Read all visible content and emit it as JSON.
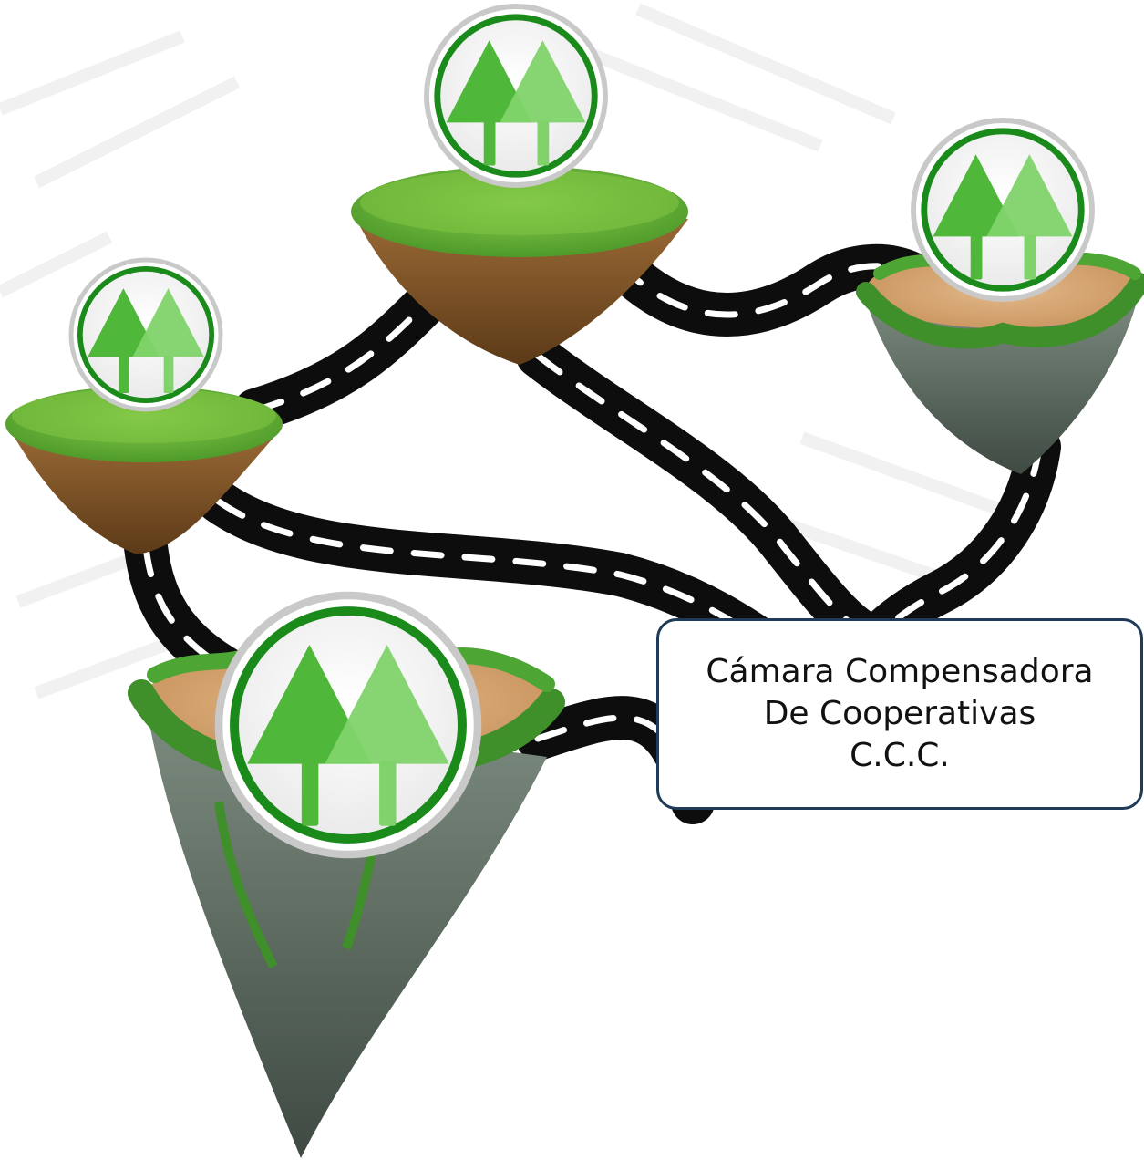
{
  "label": {
    "line1": "Cámara Compensadora",
    "line2": "De Cooperativas",
    "line3": "C.C.C."
  },
  "nodes": [
    {
      "name": "node-top-left",
      "icon": "twin-trees-icon",
      "island": "grass-dirt-island"
    },
    {
      "name": "node-top-center",
      "icon": "twin-trees-icon",
      "island": "grass-dirt-island"
    },
    {
      "name": "node-top-right",
      "icon": "twin-trees-icon",
      "island": "jungle-rock-island"
    },
    {
      "name": "node-bottom-left",
      "icon": "twin-trees-icon",
      "island": "jungle-rock-island"
    }
  ],
  "colors": {
    "road": "#0d0d0d",
    "road_dash": "#ffffff",
    "tree_dark": "#4fb83a",
    "tree_light": "#7fd36a",
    "ring": "#1a8a1a",
    "grass": "#5aa832",
    "dirt": "#8a5a2a",
    "rock": "#5f6f62",
    "box_border": "#1f3b57"
  }
}
